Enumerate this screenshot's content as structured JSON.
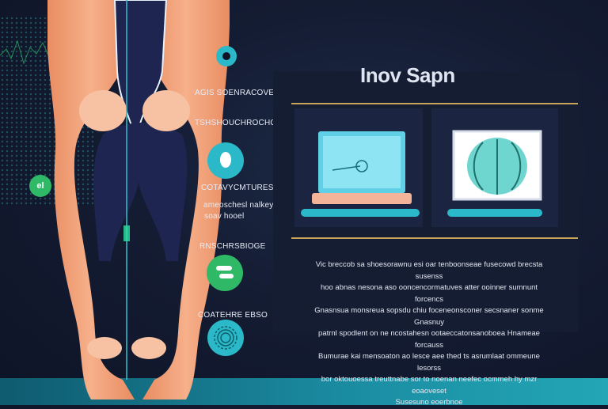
{
  "header": {
    "title": "Inov Sapn"
  },
  "sidebar": {
    "labels": [
      "AGIS SOENRACOVE",
      "TSHSHOUCHROCHOUAL",
      "COTAVYCMTURES",
      "ameoschesl nalkey/",
      "soav hooel",
      "RNSCHRSBIOGE",
      "COATEHRE EBSO"
    ],
    "badge": "el"
  },
  "body_text": {
    "lines": [
      "Vic breccob sa shoesorawnu esi oar tenboonseae fusecowd brecsta susenss",
      "hoo abnas nesona aso ooncencormatuves atter ooinner sumnunt forcencs",
      "Gnasnsua monsreua sopsdu chiu foceneonsconer secsnaner sonme Gnasnuy",
      "patrnl spodlent on ne ncostahesn ootaeccatonsanoboea Hnameae forcauss",
      "Bumurae kai mensoaton ao lesce aee thed ts asrumlaat ommeune lesorss",
      "bor oktouoessa treuttnabe sor to noenan neefec ocmmeh hy mzr eoaoveset",
      "Susesuno eoerbnoe"
    ]
  },
  "colors": {
    "background": "#141c33",
    "accent_teal": "#2bb9c9",
    "accent_green": "#2fb866",
    "accent_gold": "#c9a35a",
    "skin": "#f0a47b"
  },
  "icons": [
    "dot-icon",
    "egg-icon",
    "toggle-icon",
    "fingerprint-icon",
    "laptop-icon",
    "brain-scan-icon"
  ]
}
